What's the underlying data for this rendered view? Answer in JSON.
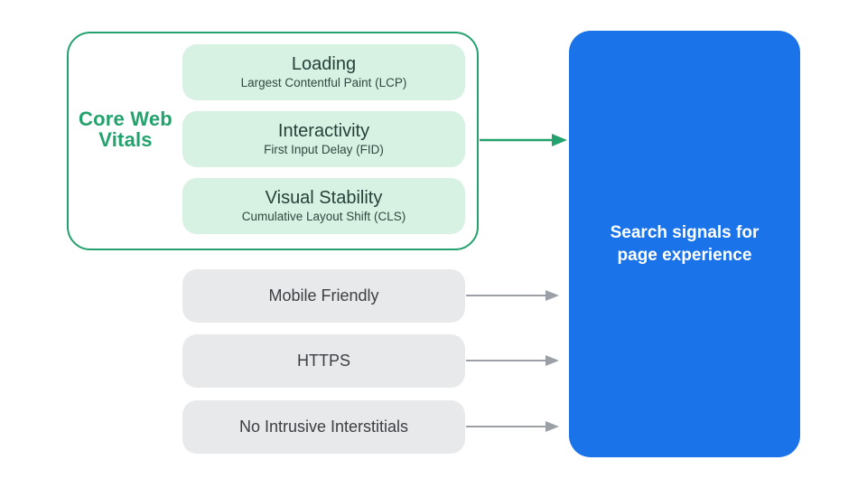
{
  "diagram": {
    "core_web_vitals": {
      "group_label": "Core Web Vitals",
      "items": [
        {
          "title": "Loading",
          "subtitle": "Largest Contentful Paint (LCP)"
        },
        {
          "title": "Interactivity",
          "subtitle": "First Input Delay (FID)"
        },
        {
          "title": "Visual Stability",
          "subtitle": "Cumulative Layout Shift (CLS)"
        }
      ]
    },
    "other_signals": [
      {
        "label": "Mobile Friendly"
      },
      {
        "label": "HTTPS"
      },
      {
        "label": "No Intrusive Interstitials"
      }
    ],
    "target": {
      "label": "Search signals for page experience"
    },
    "colors": {
      "green": "#23a26d",
      "mint_pill_bg": "#d7f1e3",
      "pill_text_dark_green": "#24413a",
      "gray_pill_bg": "#e8e9eb",
      "gray_text": "#3c4043",
      "gray_arrow": "#9aa0a6",
      "blue_box": "#1a73e8",
      "white_text": "#ffffff"
    }
  }
}
